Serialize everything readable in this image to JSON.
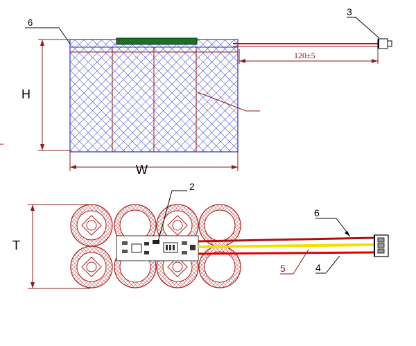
{
  "labels": {
    "callout_3": "3",
    "callout_6_top": "6",
    "callout_2": "2",
    "callout_6_bottom": "6",
    "callout_5": "5",
    "callout_4": "4"
  },
  "dimensions": {
    "height": "H",
    "width": "W",
    "thickness": "T",
    "lead_length": "120±5"
  },
  "colors": {
    "mesh": "#3030c8",
    "dimension_line": "#8b1a1a",
    "cell_ring": "#b02020",
    "wire_red": "#e00000",
    "wire_yellow": "#f2e000",
    "wire_black": "#202020",
    "board": "#1f6e2a"
  }
}
